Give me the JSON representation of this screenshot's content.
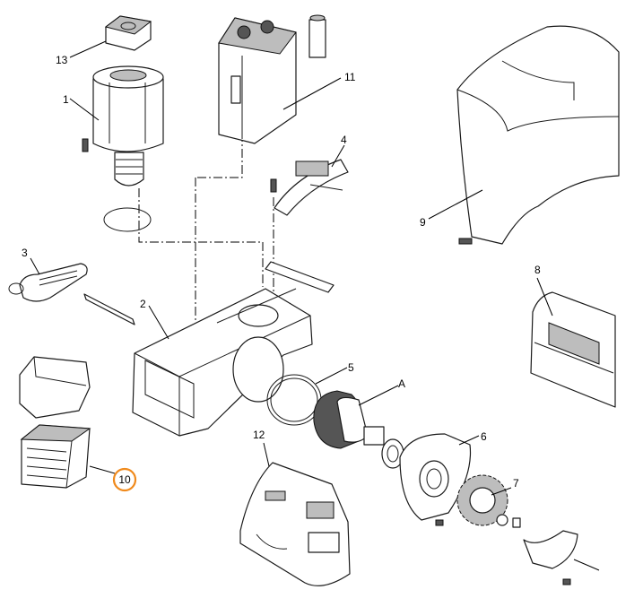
{
  "callouts": {
    "c1": "1",
    "c2": "2",
    "c3": "3",
    "c4": "4",
    "c5": "5",
    "c6": "6",
    "c7": "7",
    "c8": "8",
    "c9": "9",
    "c10": "10",
    "c11": "11",
    "c12": "12",
    "c13": "13",
    "cA": "A"
  },
  "highlight": {
    "part": "10",
    "color": "#f08a1c"
  }
}
